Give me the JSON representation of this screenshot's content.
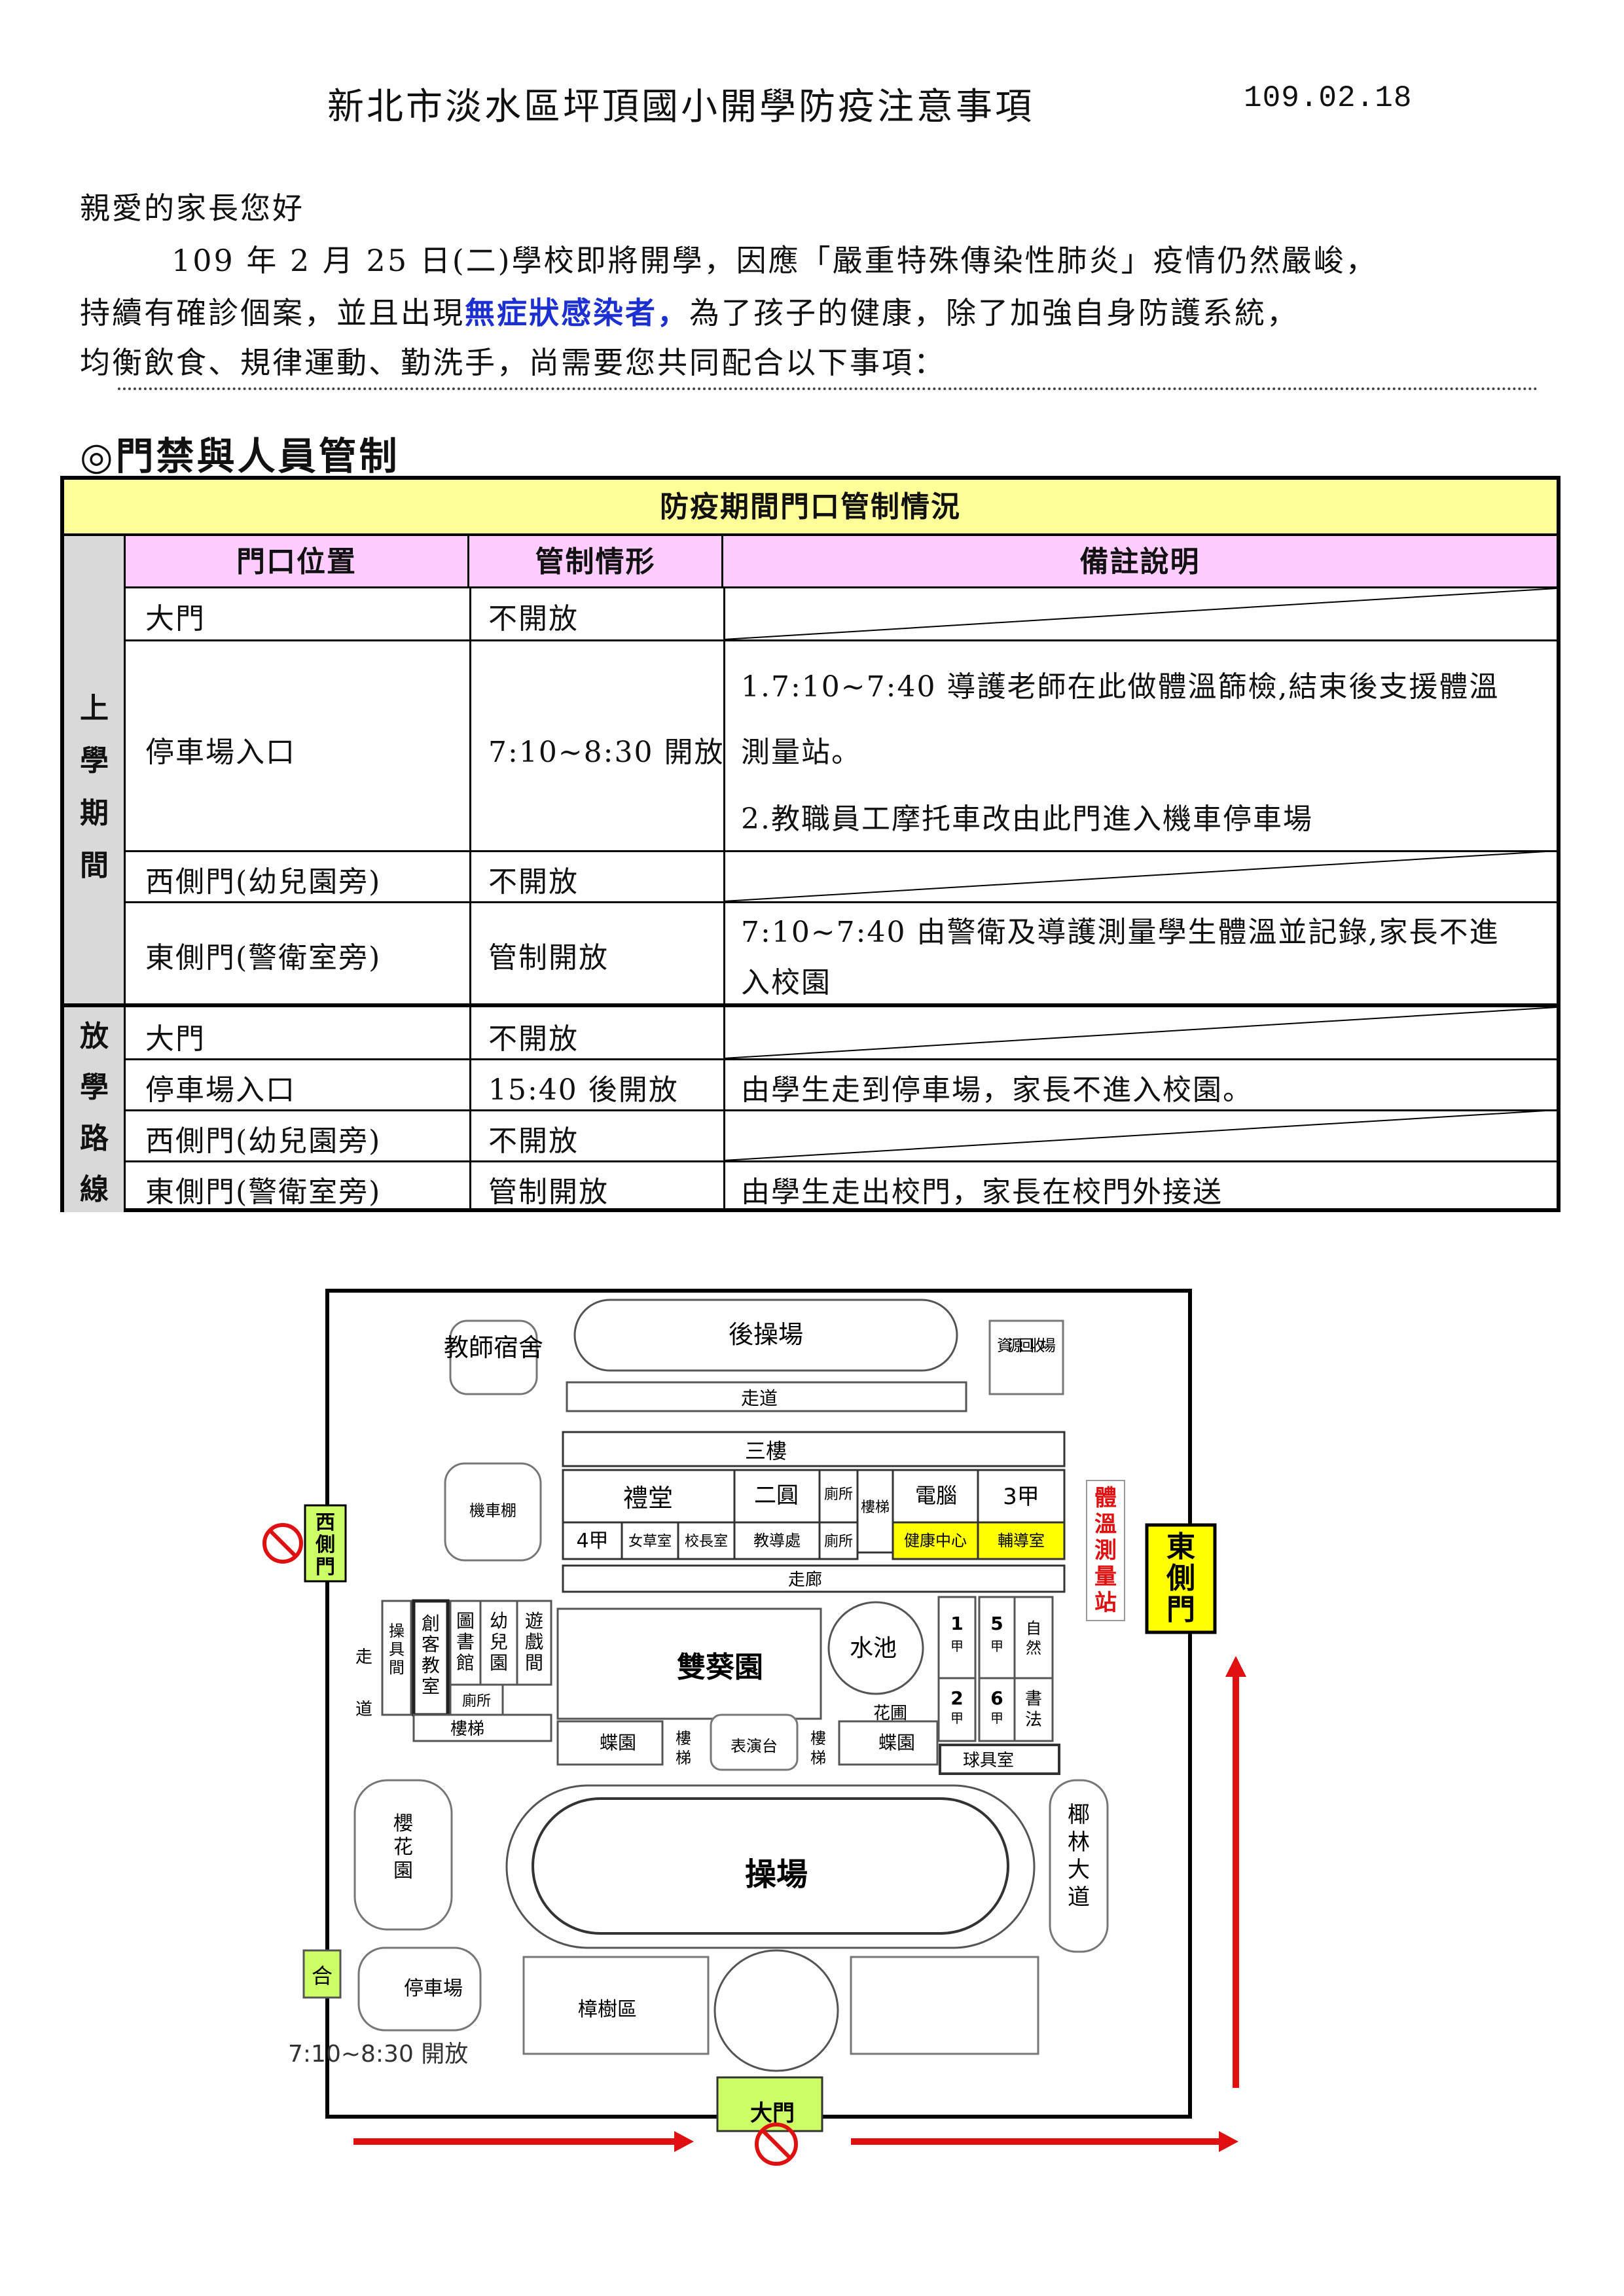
{
  "header": {
    "title": "新北市淡水區坪頂國小開學防疫注意事項",
    "date": "109.02.18"
  },
  "letter": {
    "greeting": "親愛的家長您好",
    "line1": "109 年 2 月 25 日(二)學校即將開學，因應「嚴重特殊傳染性肺炎」疫情仍然嚴峻，",
    "line2_a": "持續有確診個案，並且出現",
    "line2_highlight": "無症狀感染者，",
    "line2_b": "為了孩子的健康，除了加強自身防護系統，",
    "line3": "均衡飲食、規律運動、勤洗手，尚需要您共同配合以下事項："
  },
  "section_title": "◎門禁與人員管制",
  "table": {
    "caption": "防疫期間門口管制情況",
    "headers": [
      "門口位置",
      "管制情形",
      "備註說明"
    ],
    "group1_label": [
      "上",
      "學",
      "期",
      "間"
    ],
    "group2_label": [
      "放",
      "學",
      "路",
      "線"
    ],
    "rows_morning": [
      {
        "gate": "大門",
        "status": "不開放",
        "note": ""
      },
      {
        "gate": "停車場入口",
        "status": "7:10~8:30 開放",
        "note1": "1.7:10~7:40 導護老師在此做體溫篩檢,結束後支援體溫",
        "note1b": "測量站。",
        "note2": "2.教職員工摩托車改由此門進入機車停車場"
      },
      {
        "gate": "西側門(幼兒園旁)",
        "status": "不開放",
        "note": ""
      },
      {
        "gate": "東側門(警衛室旁)",
        "status": "管制開放",
        "note1": "7:10~7:40 由警衛及導護測量學生體溫並記錄,家長不進",
        "note1b": "入校園"
      }
    ],
    "rows_afternoon": [
      {
        "gate": "大門",
        "status": "不開放",
        "note": ""
      },
      {
        "gate": "停車場入口",
        "status": "15:40 後開放",
        "note": "由學生走到停車場，家長不進入校園。"
      },
      {
        "gate": "西側門(幼兒園旁)",
        "status": "不開放",
        "note": ""
      },
      {
        "gate": "東側門(警衛室旁)",
        "status": "管制開放",
        "note": "由學生走出校門，家長在校門外接送"
      }
    ]
  },
  "map": {
    "teacher_dorm": "教師宿舍",
    "back_field": "後操場",
    "walkway": "走道",
    "recycle": "資源回收場",
    "three_floors": "三樓",
    "auditorium": "禮堂",
    "class_2_yuan": "二圓",
    "toilet": "廁所",
    "stairs": "樓梯",
    "computer": "電腦",
    "class_3a": "3甲",
    "health_center": "健康中心",
    "counseling": "輔導室",
    "temp_station": "體溫測量站",
    "motorcycle_shed": "機車棚",
    "class_4a": "4甲",
    "office1": "女草室",
    "principal": "校長室",
    "academic": "教導處",
    "corridor": "走廊",
    "west_gate": "西側門",
    "east_gate": "東側門",
    "walkway_v": "走道",
    "equipment": "操具間",
    "creative_room": "創客教室",
    "library": "圖書館",
    "kindergarten": "幼兒園",
    "playroom": "遊戲間",
    "toilet2": "廁所",
    "stairs2": "樓梯",
    "sunflower_garden": "雙葵園",
    "pond": "水池",
    "c1a": "1甲",
    "c2a": "2甲",
    "c5a": "5甲",
    "c6a": "6甲",
    "nature": "自然",
    "calligraphy": "書法",
    "flower_bed": "花圃",
    "butterfly1": "蝶園",
    "butterfly2": "蝶園",
    "performance": "表演台",
    "ball_room": "球具室",
    "cherry_garden": "櫻花園",
    "playground": "操場",
    "coconut_road": "椰林大道",
    "parking": "停車場",
    "camphor": "樟樹區",
    "main_gate": "大門",
    "parking_hours": "7:10~8:30 開放",
    "accent_yellow": "#ffff00",
    "accent_green": "#ccff66",
    "accent_red": "#e01010"
  }
}
